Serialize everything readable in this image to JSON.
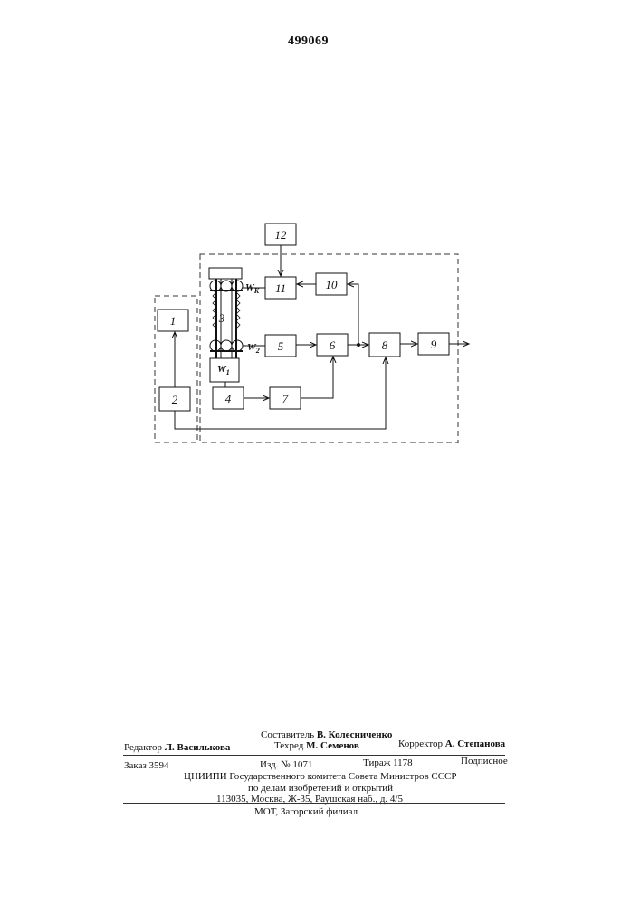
{
  "patent_number": "499069",
  "diagram": {
    "blocks": [
      "1",
      "2",
      "3",
      "4",
      "5",
      "6",
      "7",
      "8",
      "9",
      "10",
      "11",
      "12"
    ],
    "windings": {
      "wk": "W",
      "wk_sub": "К",
      "w2": "W",
      "w2_sub": "2",
      "w1": "W",
      "w1_sub": "1"
    }
  },
  "colophon": {
    "compiler_label": "Составитель",
    "compiler_name": "В. Колесниченко",
    "editor_label": "Редактор",
    "editor_name": "Л. Василькова",
    "techred_label": "Техред",
    "techred_name": "М. Семенов",
    "corrector_label": "Корректор",
    "corrector_name": "А. Степанова",
    "order": "Заказ 3594",
    "edition": "Изд. № 1071",
    "circulation": "Тираж 1178",
    "subscription": "Подписное",
    "org_line1": "ЦНИИПИ Государственного комитета Совета Министров СССР",
    "org_line2": "по делам изобретений и открытий",
    "address": "113035, Москва, Ж-35, Раушская наб., д. 4/5",
    "printer": "МОТ, Загорский филиал"
  }
}
